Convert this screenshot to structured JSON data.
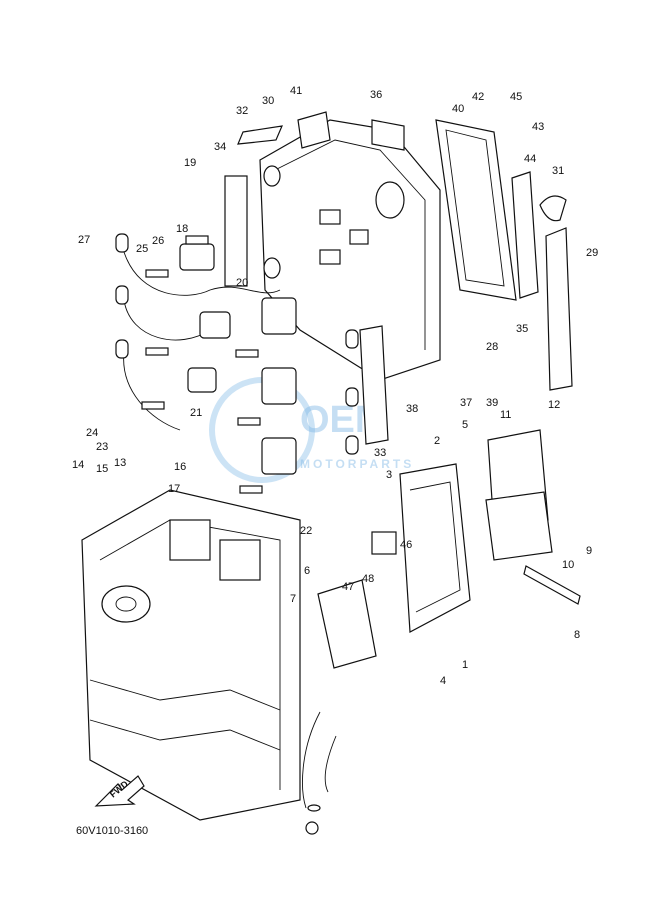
{
  "diagram": {
    "code": "60V1010-3160",
    "fwd_label": "FWD",
    "watermark": {
      "brand": "OEM",
      "sub": "MOTORPARTS"
    },
    "callouts": [
      {
        "n": "41"
      },
      {
        "n": "42"
      },
      {
        "n": "45"
      },
      {
        "n": "43"
      },
      {
        "n": "36"
      },
      {
        "n": "40"
      },
      {
        "n": "30"
      },
      {
        "n": "32"
      },
      {
        "n": "34"
      },
      {
        "n": "19"
      },
      {
        "n": "44"
      },
      {
        "n": "31"
      },
      {
        "n": "29"
      },
      {
        "n": "27"
      },
      {
        "n": "25"
      },
      {
        "n": "26"
      },
      {
        "n": "18"
      },
      {
        "n": "20"
      },
      {
        "n": "35"
      },
      {
        "n": "28"
      },
      {
        "n": "37"
      },
      {
        "n": "39"
      },
      {
        "n": "38"
      },
      {
        "n": "33"
      },
      {
        "n": "21"
      },
      {
        "n": "22"
      },
      {
        "n": "24"
      },
      {
        "n": "23"
      },
      {
        "n": "11"
      },
      {
        "n": "12"
      },
      {
        "n": "5"
      },
      {
        "n": "2"
      },
      {
        "n": "3"
      },
      {
        "n": "14"
      },
      {
        "n": "15"
      },
      {
        "n": "13"
      },
      {
        "n": "16"
      },
      {
        "n": "17"
      },
      {
        "n": "46"
      },
      {
        "n": "47"
      },
      {
        "n": "48"
      },
      {
        "n": "6"
      },
      {
        "n": "7"
      },
      {
        "n": "9"
      },
      {
        "n": "10"
      },
      {
        "n": "8"
      },
      {
        "n": "1"
      },
      {
        "n": "4"
      }
    ]
  }
}
